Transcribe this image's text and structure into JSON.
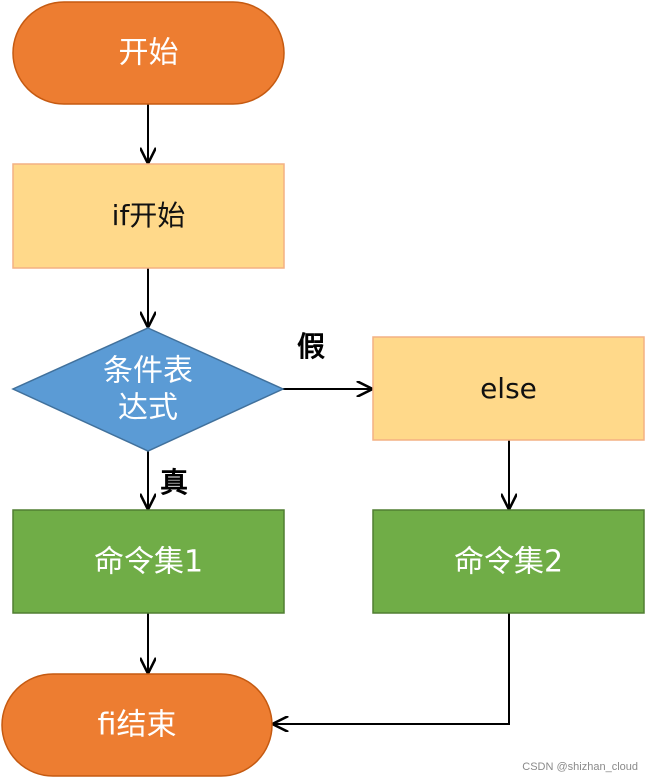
{
  "nodes": {
    "start": {
      "label": "开始",
      "shape": "terminal",
      "fill": "#ed7d31",
      "stroke": "#c55a11",
      "text_color": "#ffffff"
    },
    "if_start": {
      "label": "if开始",
      "shape": "process",
      "fill": "#ffd98a",
      "stroke": "#f4b183",
      "text_color": "#111111"
    },
    "condition": {
      "label_line1": "条件表",
      "label_line2": "达式",
      "shape": "decision",
      "fill": "#5b9bd5",
      "stroke": "#41719c",
      "text_color": "#ffffff"
    },
    "else": {
      "label": "else",
      "shape": "process",
      "fill": "#ffd98a",
      "stroke": "#f4b183",
      "text_color": "#111111"
    },
    "cmd1": {
      "label": "命令集1",
      "shape": "process",
      "fill": "#70ad47",
      "stroke": "#507e32",
      "text_color": "#ffffff"
    },
    "cmd2": {
      "label": "命令集2",
      "shape": "process",
      "fill": "#70ad47",
      "stroke": "#507e32",
      "text_color": "#ffffff"
    },
    "end": {
      "label": "fi结束",
      "shape": "terminal",
      "fill": "#ed7d31",
      "stroke": "#c55a11",
      "text_color": "#ffffff"
    }
  },
  "edges": [
    {
      "from": "start",
      "to": "if_start",
      "label": ""
    },
    {
      "from": "if_start",
      "to": "condition",
      "label": ""
    },
    {
      "from": "condition",
      "to": "else",
      "label": "假"
    },
    {
      "from": "condition",
      "to": "cmd1",
      "label": "真"
    },
    {
      "from": "else",
      "to": "cmd2",
      "label": ""
    },
    {
      "from": "cmd1",
      "to": "end",
      "label": ""
    },
    {
      "from": "cmd2",
      "to": "end",
      "label": ""
    }
  ],
  "watermark": "CSDN @shizhan_cloud",
  "colors": {
    "arrow": "#000000",
    "background": "#ffffff"
  }
}
